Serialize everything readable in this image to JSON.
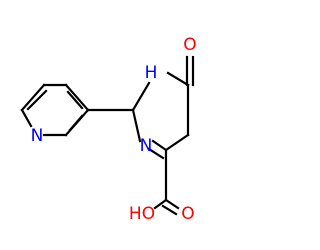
{
  "molecule": {
    "atoms": {
      "o_keto": {
        "text": "O",
        "color": "#ff0000"
      },
      "nh": {
        "text": "H",
        "subtext": "N",
        "color": "#0000ff"
      },
      "n_ring": {
        "text": "N",
        "color": "#0000ff"
      },
      "n_pyridine": {
        "text": "N",
        "color": "#0000ff"
      },
      "o_double": {
        "text": "O",
        "color": "#ff0000"
      },
      "oh": {
        "text": "HO",
        "color": "#ff0000"
      }
    },
    "bond_color": "#000000",
    "background": "#ffffff"
  }
}
